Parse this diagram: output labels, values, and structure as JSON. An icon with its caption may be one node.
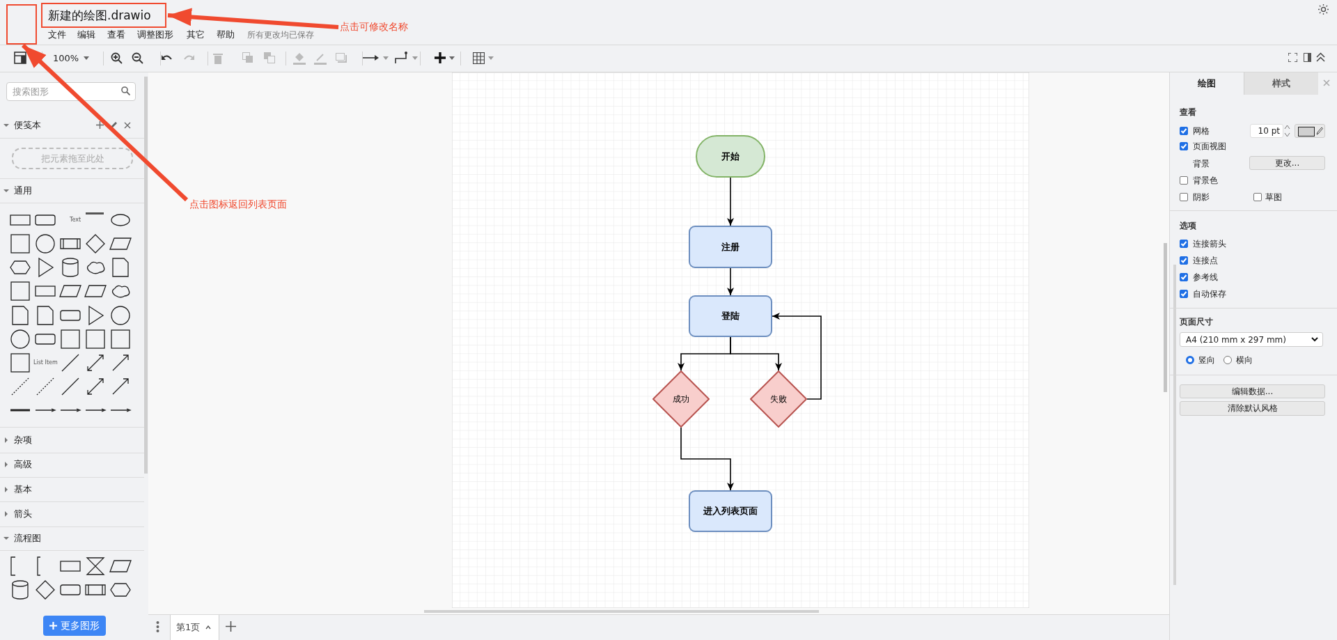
{
  "diagram": {
    "nodes": [
      {
        "text": [
          "开始"
        ]
      },
      {
        "text": [
          "注册"
        ]
      },
      {
        "text": [
          "登陆"
        ]
      },
      {
        "text": [
          "成功"
        ]
      },
      {
        "text": [
          "失败"
        ]
      },
      {
        "text": [
          "进入列表页面"
        ]
      },
      {
        "text": [
          "新建的绘图.drawio"
        ]
      },
      {
        "text": [
          "点击可修改名称"
        ]
      },
      {
        "text": [],
        "shape": "box"
      },
      {
        "text": [
          "点击图标返回列表页面"
        ]
      }
    ],
    "edges": [
      {
        "from": 0,
        "to": 1,
        "arrow": "to"
      },
      {
        "from": 1,
        "to": 2,
        "arrow": "to"
      },
      {
        "from": 2,
        "to": 3,
        "arrow": "to"
      },
      {
        "from": 2,
        "to": 4,
        "arrow": "to"
      },
      {
        "from": 4,
        "to": 2,
        "arrow": "to"
      },
      {
        "from": 3,
        "to": 5,
        "arrow": "to"
      },
      {
        "from": 7,
        "to": 6,
        "arrow": "to",
        "style": "thick",
        "color": "#f04a2f"
      },
      {
        "from": 9,
        "to": 8,
        "arrow": "to",
        "style": "thick",
        "color": "#f04a2f"
      }
    ],
    "labels": [
      "文件",
      "编辑",
      "查看",
      "调整图形",
      "其它",
      "帮助",
      "所有更改均已保存",
      "100%",
      "搜索图形",
      "便笺本",
      "把元素拖至此处",
      "通用",
      "Text",
      "List Item",
      "杂项",
      "高级",
      "基本",
      "箭头",
      "流程图",
      "更多图形",
      "绘图",
      "样式",
      "查看",
      "网格",
      "10 pt",
      "页面视图",
      "背景",
      "更改...",
      "背景色",
      "阴影",
      "草图",
      "选项",
      "连接箭头",
      "连接点",
      "参考线",
      "自动保存",
      "页面尺寸",
      "A4 (210 mm x 297 mm)",
      "竖向",
      "横向",
      "编辑数据...",
      "清除默认风格",
      "第1页"
    ]
  }
}
